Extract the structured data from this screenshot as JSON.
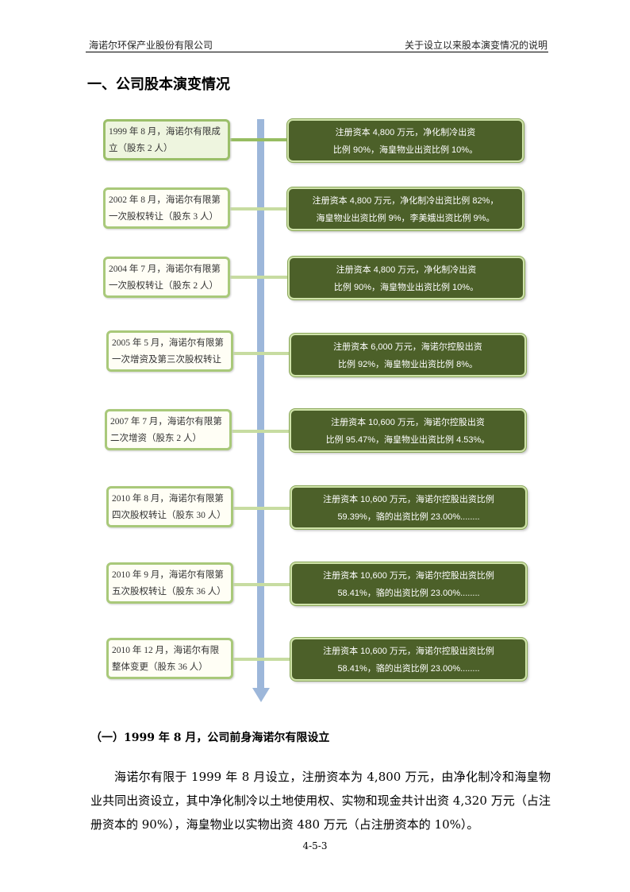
{
  "header": {
    "company": "海诺尔环保产业股份有限公司",
    "doc_title": "关于设立以来股本演变情况的说明"
  },
  "section_title": "一、公司股本演变情况",
  "timeline": [
    {
      "event": "1999 年 8 月，海诺尔有限成立（股东 2 人）",
      "detail_line1": "注册资本 4,800 万元，净化制冷出资",
      "detail_line2": "比例 90%，海皇物业出资比例 10%。"
    },
    {
      "event": "2002 年 8 月，海诺尔有限第一次股权转让（股东 3 人）",
      "detail_line1": "注册资本 4,800 万元，净化制冷出资比例 82%，",
      "detail_line2": "海皇物业出资比例 9%，李美娥出资比例 9%。"
    },
    {
      "event": "2004 年 7 月，海诺尔有限第一次股权转让（股东 2 人）",
      "detail_line1": "注册资本 4,800 万元，净化制冷出资",
      "detail_line2": "比例 90%，海皇物业出资比例 10%。"
    },
    {
      "event": "2005 年 5 月，海诺尔有限第一次增资及第三次股权转让",
      "detail_line1": "注册资本 6,000 万元，海诺尔控股出资",
      "detail_line2": "比例 92%，海皇物业出资比例 8%。"
    },
    {
      "event": "2007 年 7 月，海诺尔有限第二次增资（股东 2 人）",
      "detail_line1": "注册资本 10,600 万元，海诺尔控股出资",
      "detail_line2": "比例 95.47%，海皇物业出资比例 4.53%。"
    },
    {
      "event": "2010 年 8 月，海诺尔有限第四次股权转让（股东 30 人）",
      "detail_line1": "注册资本 10,600 万元，海诺尔控股出资比例",
      "detail_line2": "59.39%，骆的出资比例 23.00%........"
    },
    {
      "event": "2010 年 9 月，海诺尔有限第五次股权转让（股东 36 人）",
      "detail_line1": "注册资本 10,600 万元，海诺尔控股出资比例",
      "detail_line2": "58.41%，骆的出资比例 23.00%........"
    },
    {
      "event": "2010 年 12 月，海诺尔有限整体变更（股东 36 人）",
      "detail_line1": "注册资本 10,600 万元，海诺尔控股出资比例",
      "detail_line2": "58.41%，骆的出资比例 23.00%........"
    }
  ],
  "subsection_title": "（一）1999 年 8 月，公司前身海诺尔有限设立",
  "body_paragraph": "海诺尔有限于 1999 年 8 月设立，注册资本为 4,800 万元，由净化制冷和海皇物业共同出资设立，其中净化制冷以土地使用权、实物和现金共计出资 4,320 万元（占注册资本的 90%），海皇物业以实物出资 480 万元（占注册资本的 10%）。",
  "page_number": "4-5-3"
}
